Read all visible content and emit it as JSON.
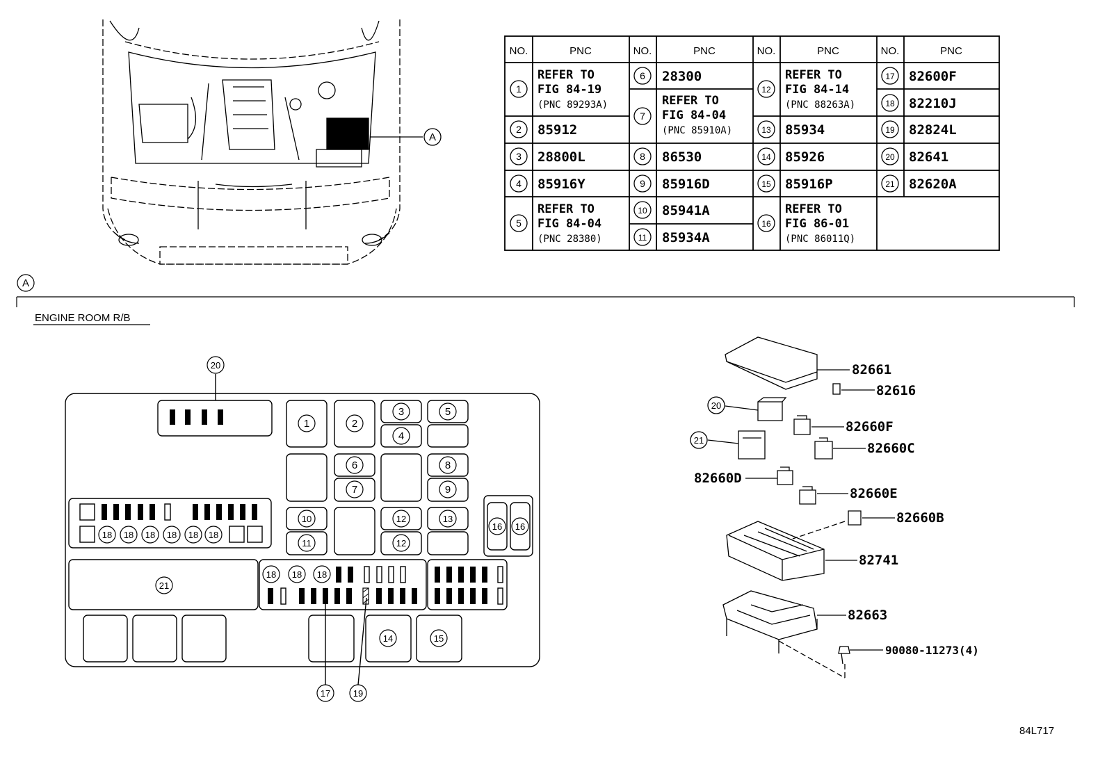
{
  "table": {
    "header_no": "NO.",
    "header_pnc": "PNC",
    "rows": [
      {
        "no": "1",
        "pnc": [
          "REFER TO",
          "FIG 84-19",
          "(PNC 89293A)"
        ]
      },
      {
        "no": "2",
        "pnc": [
          "85912"
        ]
      },
      {
        "no": "3",
        "pnc": [
          "28800L"
        ]
      },
      {
        "no": "4",
        "pnc": [
          "85916Y"
        ]
      },
      {
        "no": "5",
        "pnc": [
          "REFER TO",
          "FIG 84-04",
          "(PNC 28380)"
        ]
      },
      {
        "no": "6",
        "pnc": [
          "28300"
        ]
      },
      {
        "no": "7",
        "pnc": [
          "REFER TO",
          "FIG 84-04",
          "(PNC 85910A)"
        ]
      },
      {
        "no": "8",
        "pnc": [
          "86530"
        ]
      },
      {
        "no": "9",
        "pnc": [
          "85916D"
        ]
      },
      {
        "no": "10",
        "pnc": [
          "85941A"
        ]
      },
      {
        "no": "11",
        "pnc": [
          "85934A"
        ]
      },
      {
        "no": "12",
        "pnc": [
          "REFER TO",
          "FIG 84-14",
          "(PNC 88263A)"
        ]
      },
      {
        "no": "13",
        "pnc": [
          "85934"
        ]
      },
      {
        "no": "14",
        "pnc": [
          "85926"
        ]
      },
      {
        "no": "15",
        "pnc": [
          "85916P"
        ]
      },
      {
        "no": "16",
        "pnc": [
          "REFER TO",
          "FIG 86-01",
          "(PNC 86011Q)"
        ]
      },
      {
        "no": "17",
        "pnc": [
          "82600F"
        ]
      },
      {
        "no": "18",
        "pnc": [
          "82210J"
        ]
      },
      {
        "no": "19",
        "pnc": [
          "82824L"
        ]
      },
      {
        "no": "20",
        "pnc": [
          "82641"
        ]
      },
      {
        "no": "21",
        "pnc": [
          "82620A"
        ]
      }
    ]
  },
  "detail_marker": "A",
  "section_title": "ENGINE ROOM R/B",
  "box_callouts": {
    "n20": "20",
    "n21": "21",
    "n17": "17",
    "n19": "19",
    "s1": "1",
    "s2": "2",
    "s3": "3",
    "s4": "4",
    "s5": "5",
    "s6": "6",
    "s7": "7",
    "s8": "8",
    "s9": "9",
    "s10": "10",
    "s11": "11",
    "s12": "12",
    "s13": "13",
    "s14": "14",
    "s15": "15",
    "s16": "16",
    "s18": "18"
  },
  "exploded_parts": {
    "p82661": "82661",
    "p82616": "82616",
    "p82660F": "82660F",
    "p82660C": "82660C",
    "p82660D": "82660D",
    "p82660E": "82660E",
    "p82660B": "82660B",
    "p82741": "82741",
    "p82663": "82663",
    "p90080": "90080-11273(4)",
    "c20": "20",
    "c21": "21"
  },
  "figure_id": "84L717"
}
